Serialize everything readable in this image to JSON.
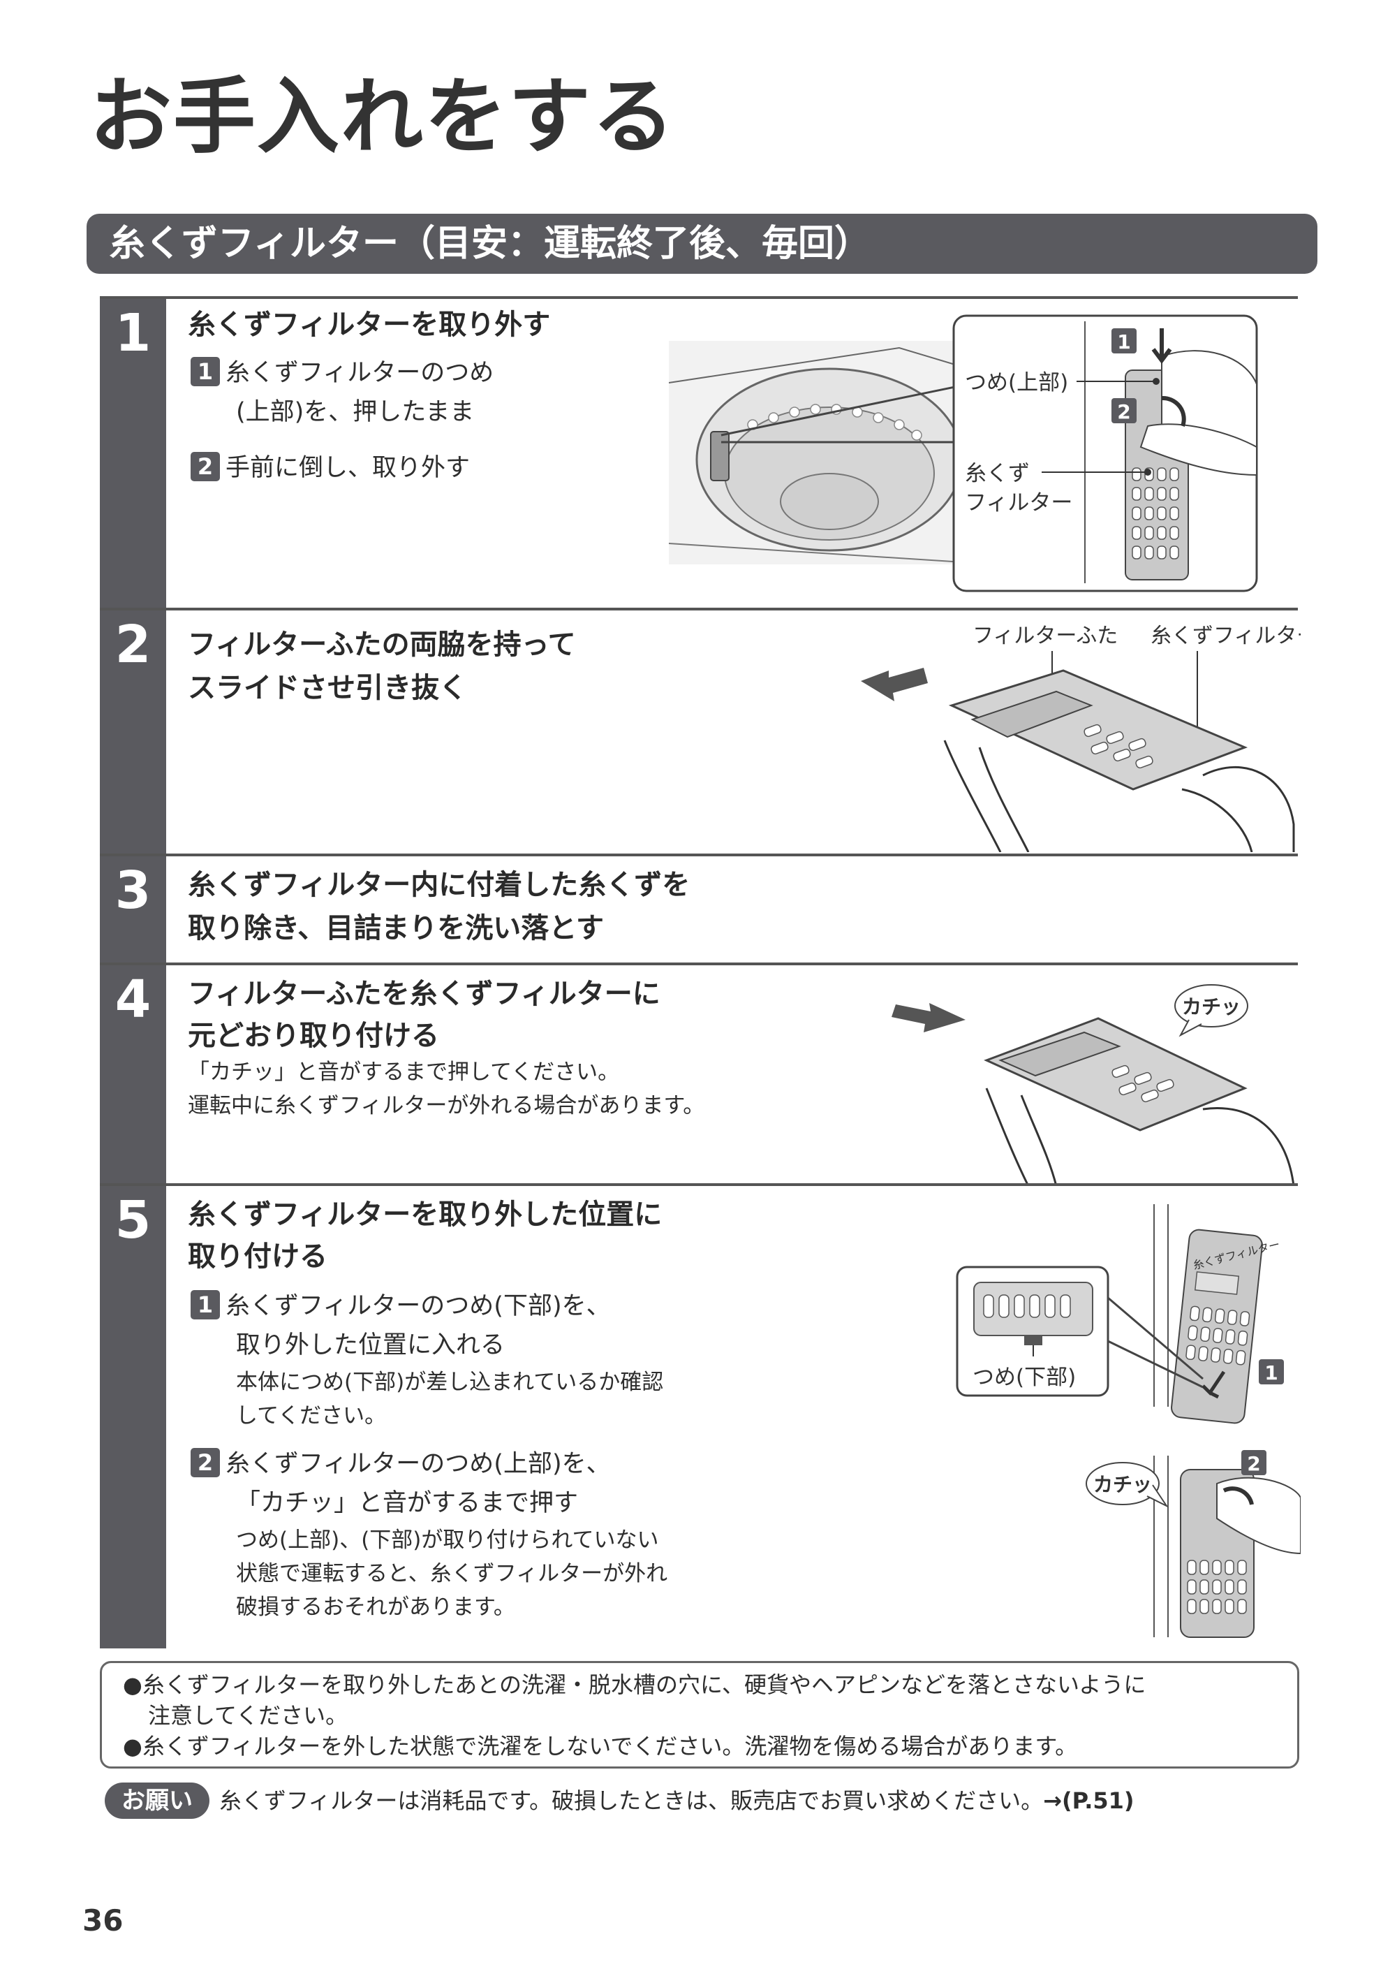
{
  "page": {
    "title": "お手入れをする",
    "section": "糸くずフィルター（目安：運転終了後、毎回）",
    "page_number": "36"
  },
  "steps": [
    {
      "number": "1",
      "heading": "糸くずフィルターを取り外す",
      "substeps": [
        {
          "badge": "1",
          "line1": "糸くずフィルターのつめ",
          "line2": "(上部)を、押したまま"
        },
        {
          "badge": "2",
          "line1": "手前に倒し、取り外す"
        }
      ],
      "figure_labels": {
        "claw_top": "つめ(上部)",
        "filter_line1": "糸くず",
        "filter_line2": "フィルター",
        "badge1": "1",
        "badge2": "2"
      }
    },
    {
      "number": "2",
      "heading_line1": "フィルターふたの両脇を持って",
      "heading_line2": "スライドさせ引き抜く",
      "figure_labels": {
        "lid": "フィルターふた",
        "filter": "糸くずフィルター"
      }
    },
    {
      "number": "3",
      "heading_line1": "糸くずフィルター内に付着した糸くずを",
      "heading_line2": "取り除き、目詰まりを洗い落とす"
    },
    {
      "number": "4",
      "heading_line1": "フィルターふたを糸くずフィルターに",
      "heading_line2": "元どおり取り付ける",
      "note_line1": "「カチッ」と音がするまで押してください。",
      "note_line2": "運転中に糸くずフィルターが外れる場合があります。",
      "figure_labels": {
        "click": "カチッ"
      }
    },
    {
      "number": "5",
      "heading_line1": "糸くずフィルターを取り外した位置に",
      "heading_line2": "取り付ける",
      "substeps": [
        {
          "badge": "1",
          "line1": "糸くずフィルターのつめ(下部)を、",
          "line2": "取り外した位置に入れる",
          "note_line1": "本体につめ(下部)が差し込まれているか確認",
          "note_line2": "してください。"
        },
        {
          "badge": "2",
          "line1": "糸くずフィルターのつめ(上部)を、",
          "line2": "「カチッ」と音がするまで押す",
          "note_line1": "つめ(上部)、(下部)が取り付けられていない",
          "note_line2": "状態で運転すると、糸くずフィルターが外れ",
          "note_line3": "破損するおそれがあります。"
        }
      ],
      "figure_labels": {
        "claw_bottom": "つめ(下部)",
        "click": "カチッ",
        "badge1": "1",
        "badge2": "2",
        "filter_print": "糸くずフィルター"
      }
    }
  ],
  "notes": {
    "line1": "●糸くずフィルターを取り外したあとの洗濯・脱水槽の穴に、硬貨やヘアピンなどを落とさないように",
    "line2": "注意してください。",
    "line3": "●糸くずフィルターを外した状態で洗濯をしないでください。洗濯物を傷める場合があります。"
  },
  "request": {
    "badge": "お願い",
    "text": "糸くずフィルターは消耗品です。破損したときは、販売店でお買い求めください。",
    "ref": "→(P.51)"
  }
}
